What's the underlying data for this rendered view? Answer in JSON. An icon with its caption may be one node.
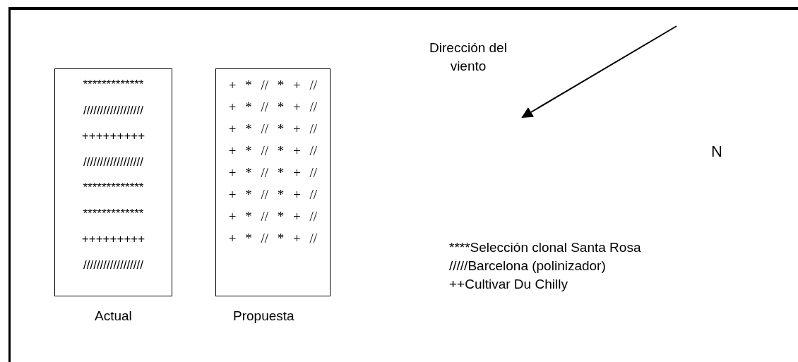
{
  "diagram": {
    "nodes": [
      {
        "text": [
          "*************",
          "//////////////////",
          "+++++++++",
          "//////////////////",
          "*************",
          "*************",
          "+++++++++",
          "//////////////////",
          "Actual"
        ]
      },
      {
        "text": [
          "+ * // * + //",
          "+ * // * + //",
          "+ * // * + //",
          "+ * // * + //",
          "+ * // * + //",
          "+ * // * + //",
          "+ * // * + //",
          "+ * // * + //",
          "Propuesta"
        ]
      }
    ],
    "labels": [
      "Dirección del viento",
      "N",
      "****Selección clonal Santa Rosa",
      "/////Barcelona (polinizador)",
      "++Cultivar Du Chilly"
    ]
  }
}
